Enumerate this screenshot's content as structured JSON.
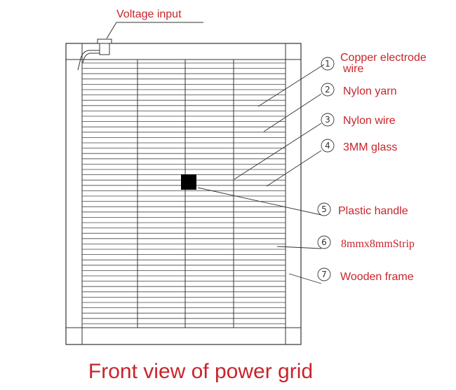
{
  "diagram": {
    "voltage_label": "Voltage input",
    "title": "Front view of power grid",
    "colors": {
      "label_red": "#c8242b",
      "line": "#333333",
      "handle": "#000000"
    },
    "legend": [
      {
        "num": "1",
        "line1": "Copper electrode",
        "line2": "wire"
      },
      {
        "num": "2",
        "line1": "Nylon yarn"
      },
      {
        "num": "3",
        "line1": "Nylon wire"
      },
      {
        "num": "4",
        "line1": "3MM glass"
      },
      {
        "num": "5",
        "line1": "Plastic handle"
      },
      {
        "num": "6",
        "line1": "8mmx8mmStrip"
      },
      {
        "num": "7",
        "line1": "Wooden frame"
      }
    ]
  }
}
